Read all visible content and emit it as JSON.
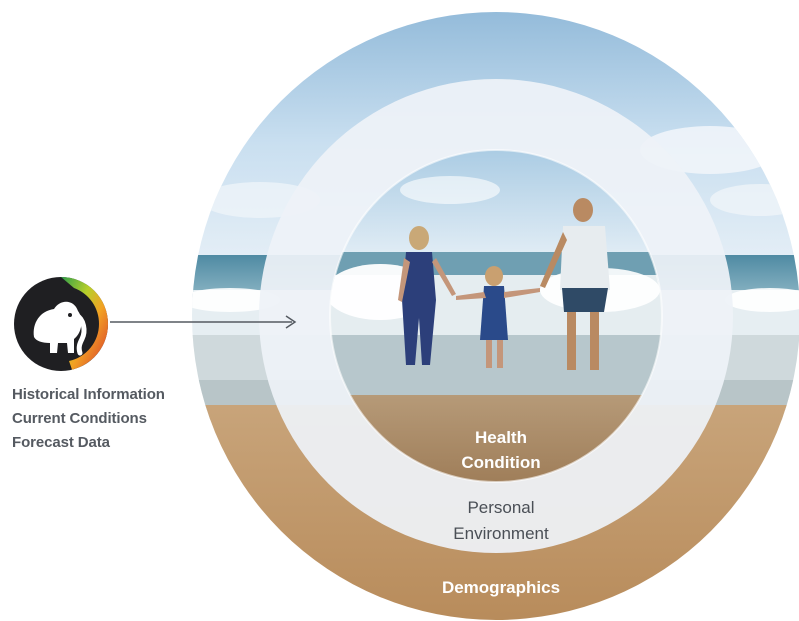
{
  "source": {
    "icon": "elephant-logo-icon",
    "items": [
      "Historical Information",
      "Current Conditions",
      "Forecast Data"
    ]
  },
  "rings": {
    "inner": [
      "Health",
      "Condition"
    ],
    "middle": [
      "Personal",
      "Environment"
    ],
    "outer": "Demographics"
  },
  "colors": {
    "sky": "#a9cbe3",
    "sea": "#5d8fa6",
    "sand": "#c49a67",
    "ring_white": "#eef2f8",
    "arrow": "#555a61",
    "text_dark": "#555a61"
  }
}
